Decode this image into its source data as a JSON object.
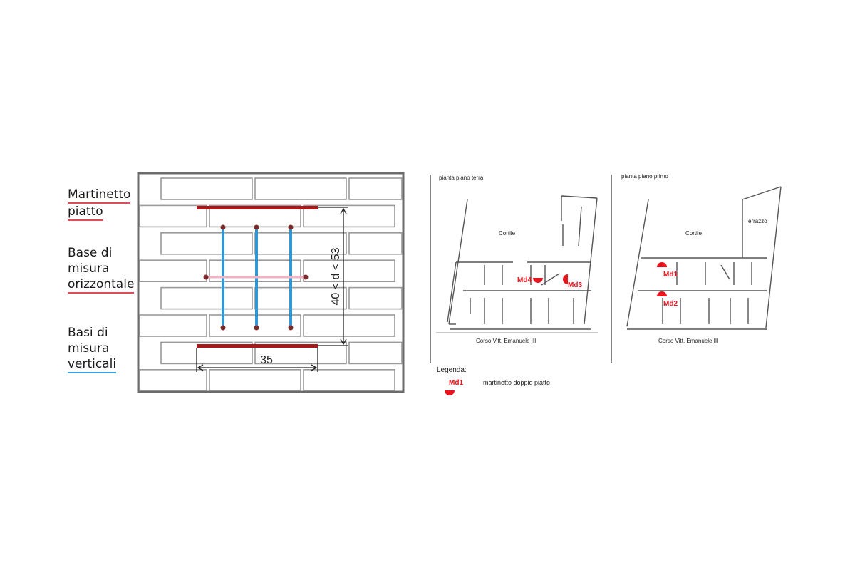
{
  "labels": {
    "jack": [
      "Martinetto",
      "piatto"
    ],
    "horizontal_base": [
      "Base di",
      "misura",
      "orizzontale"
    ],
    "vertical_bases": [
      "Basi di",
      "misura",
      "verticali"
    ]
  },
  "diagram": {
    "width_dim": "35",
    "height_dim": "40 < d < 53"
  },
  "plan_ground": {
    "title": "pianta piano terra",
    "courtyard": "Cortile",
    "street": "Corso Vitt. Emanuele III",
    "markers": [
      "Md4",
      "Md3"
    ]
  },
  "plan_first": {
    "title": "pianta piano primo",
    "courtyard": "Cortile",
    "terrace": "Terrazzo",
    "street": "Corso Vitt. Emanuele III",
    "markers": [
      "Md1",
      "Md2"
    ]
  },
  "legend": {
    "title": "Legenda:",
    "marker": "Md1",
    "text": "martinetto doppio piatto"
  },
  "colors": {
    "jack": "#a8191b",
    "vertical_base": "#2f97d4",
    "horizontal_base": "#f2b3c6",
    "marker": "#e8141e"
  }
}
